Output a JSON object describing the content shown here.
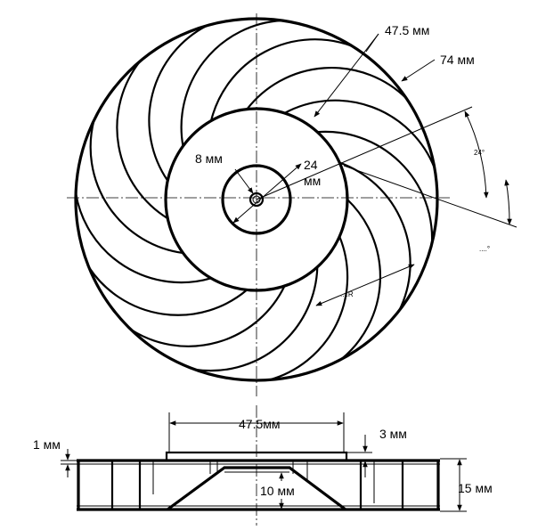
{
  "top_view": {
    "labels": {
      "diameter_47_5": "47.5 мм",
      "diameter_74": "74 мм",
      "diameter_8": "8 мм",
      "diameter_24_line1": "24",
      "diameter_24_line2": "мм",
      "angle_24": "24°",
      "angle_unknown": "....°",
      "radius_unknown": "....R"
    },
    "blade_count": 15
  },
  "side_view": {
    "labels": {
      "width_47_5": "47.5мм",
      "thickness_1": "1 мм",
      "thickness_3": "3 мм",
      "height_10": "10 мм",
      "height_15": "15 мм"
    }
  }
}
